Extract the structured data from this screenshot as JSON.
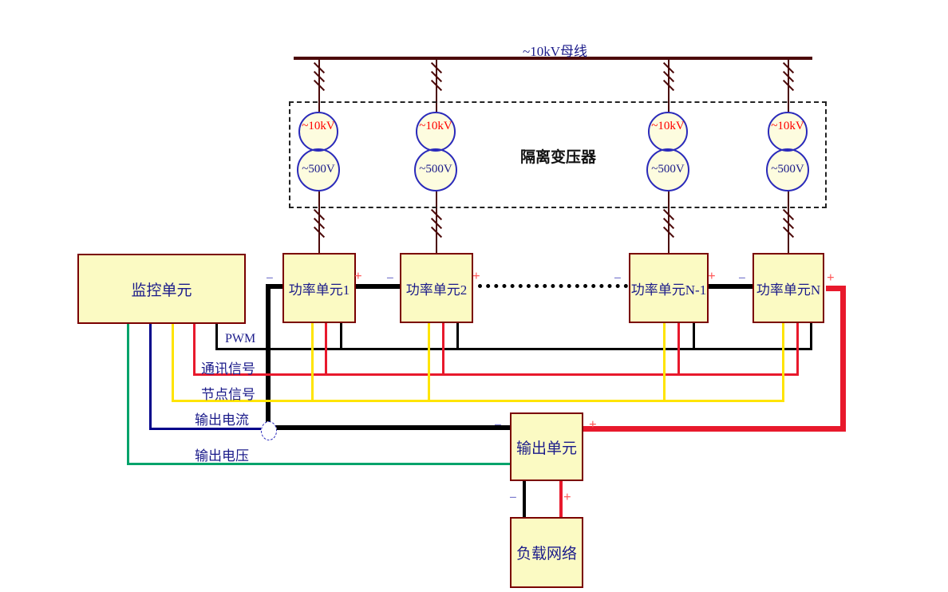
{
  "labels": {
    "bus": "~10kV母线",
    "isolation_transformer": "隔离变压器",
    "hv": "~10kV",
    "lv": "~500V",
    "monitor": "监控单元",
    "pu1": "功率单元1",
    "pu2": "功率单元2",
    "puN1": "功率单元N-1",
    "puN": "功率单元N",
    "output": "输出单元",
    "load": "负载网络",
    "pwm": "PWM",
    "comm": "通讯信号",
    "node": "节点信号",
    "current": "输出电流",
    "voltage": "输出电压",
    "minus": "−",
    "plus": "+"
  },
  "colors": {
    "bus_maroon": "#4C0A0A",
    "box_fill": "#FBFAC3",
    "box_border": "#7A0000",
    "text_navy": "#1B1B8A",
    "hv_text_red": "#FF0000",
    "transformer_ring_blue": "#2A2ABB",
    "signal_pwm_black": "#000000",
    "signal_comm_red": "#E8192C",
    "signal_node_yellow": "#FFE400",
    "signal_current_blue": "#00008B",
    "signal_voltage_green": "#00A36B",
    "power_positive_red": "#E8192C",
    "power_negative_black": "#000000",
    "minus_sign": "#7B7BCF",
    "plus_sign": "#FF5A5A"
  }
}
